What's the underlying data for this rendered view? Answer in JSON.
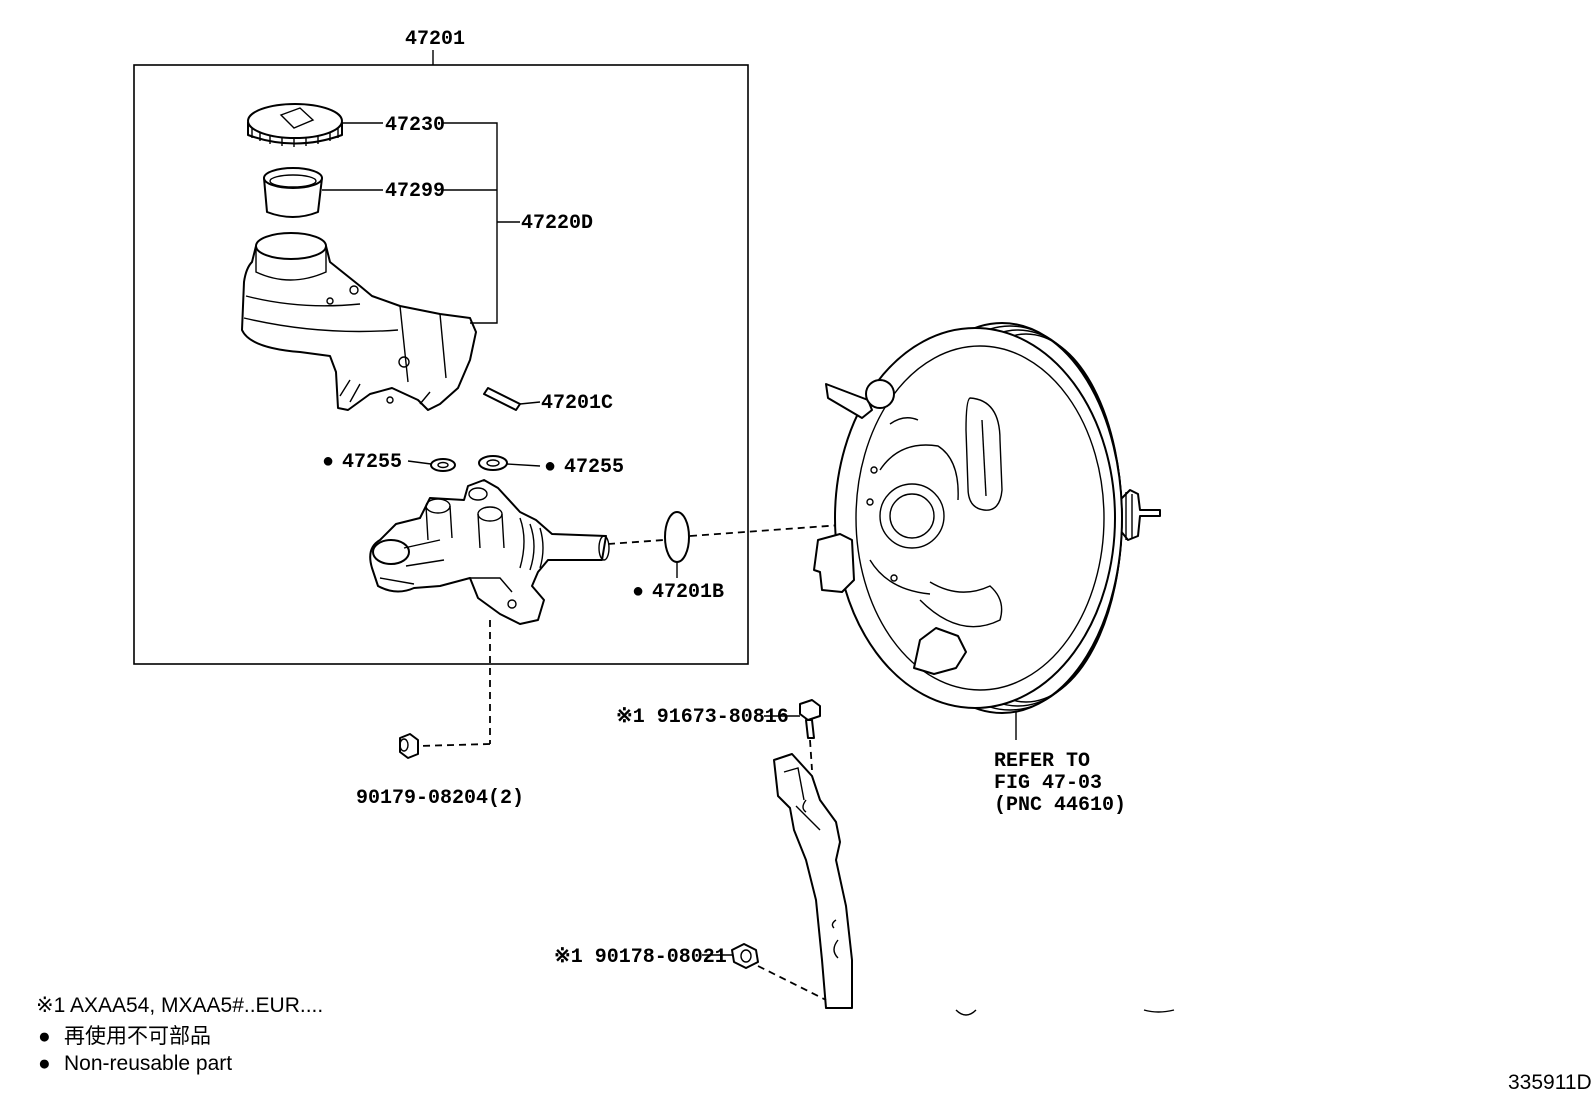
{
  "diagram": {
    "callouts": {
      "assembly": "47201",
      "reservoir_cap": "47230",
      "strainer": "47299",
      "reservoir_set": "47220D",
      "pin": "47201C",
      "grommet_left": "47255",
      "grommet_right": "47255",
      "o_ring": "47201B",
      "nut": "90179-08204(2)",
      "bolt": "※1 91673-80816",
      "bracket_nut": "※1 90178-08021"
    },
    "booster_refer": [
      "REFER TO",
      "FIG 47-03",
      "(PNC 44610)"
    ],
    "non_reusable_marker": "●"
  },
  "legend": {
    "footnote": "※1 AXAA54, MXAA5#..EUR....",
    "marker": "●",
    "jp_text": "再使用不可部品",
    "en_text": "Non-reusable part"
  },
  "figure_code": "335911D"
}
